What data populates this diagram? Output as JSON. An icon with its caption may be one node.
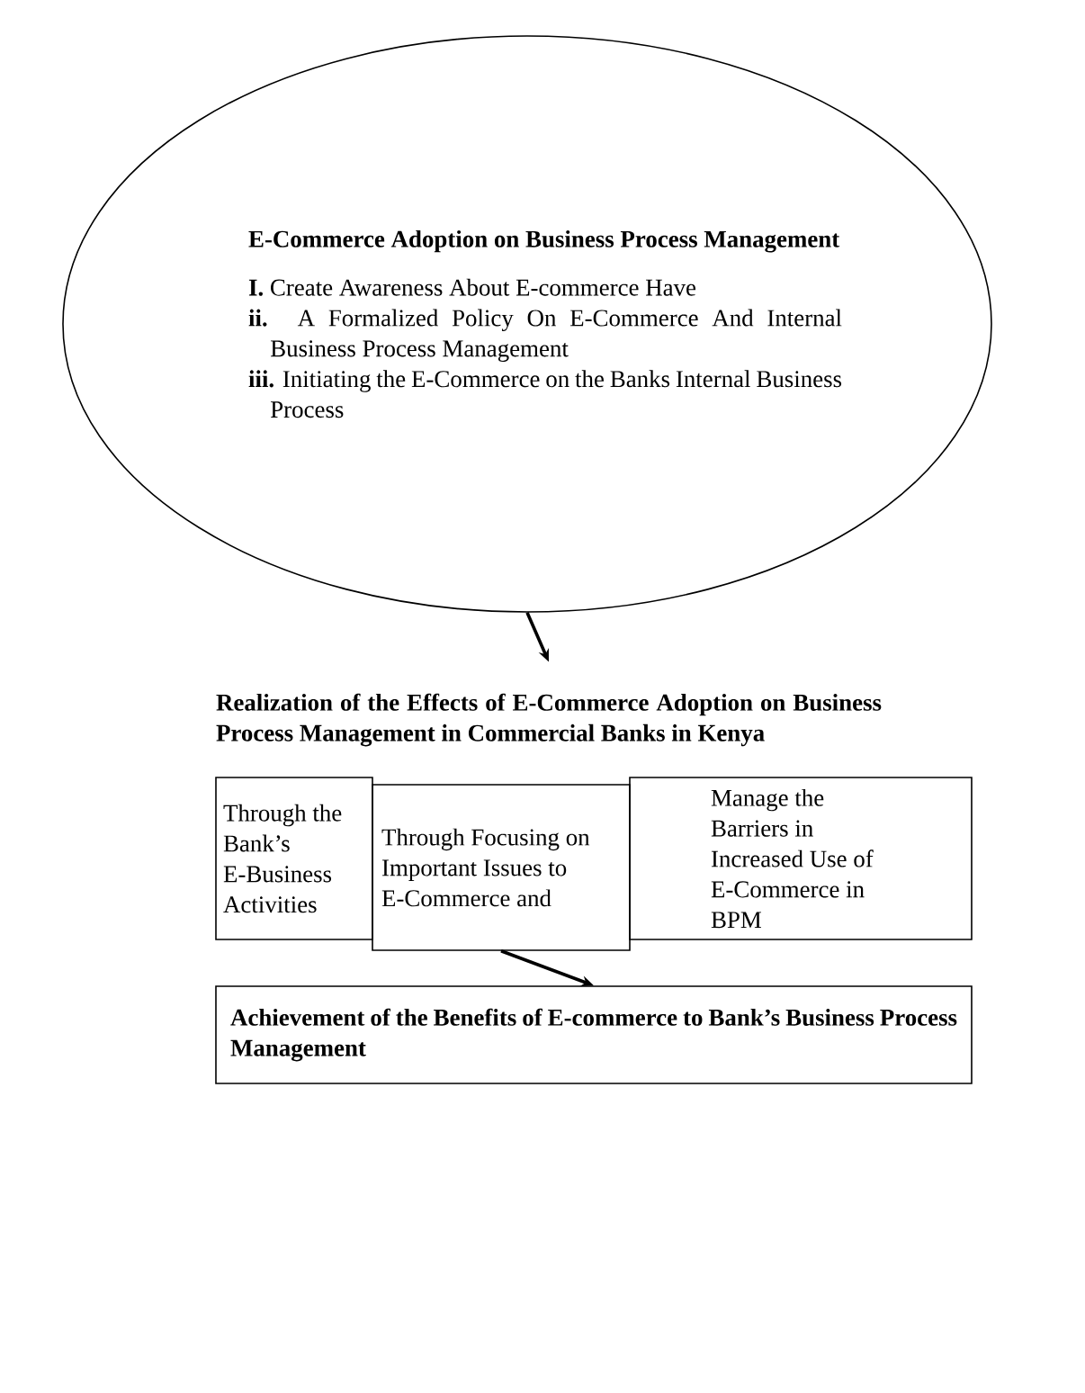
{
  "diagram": {
    "nodes": [
      {
        "text": [
          "E-Commerce Adoption on Business Process Management",
          "**I.** Create Awareness About E-commerce Have",
          "**ii.** A Formalized Policy On E-Commerce And Internal Business Process Management",
          "**iii.** Initiating the E-Commerce on the Banks Internal Business Process"
        ]
      },
      {
        "text": [
          "Realization of the Effects of E-Commerce Adoption on Business Process Management in Commercial Banks in Kenya"
        ]
      },
      {
        "text": [
          "Through the Bank’s E-Business Activities"
        ]
      },
      {
        "text": [
          "Through Focusing on Important Issues to E-Commerce and"
        ]
      },
      {
        "text": [
          "Manage the Barriers in Increased Use of E-Commerce in BPM"
        ]
      },
      {
        "text": [
          "Achievement of the Benefits of E-commerce to Bank’s Business Process Management"
        ]
      }
    ],
    "edges": [
      {
        "from": 0,
        "to": 1,
        "arrow": "to"
      },
      {
        "from": 3,
        "to": 5,
        "arrow": "to"
      }
    ]
  }
}
